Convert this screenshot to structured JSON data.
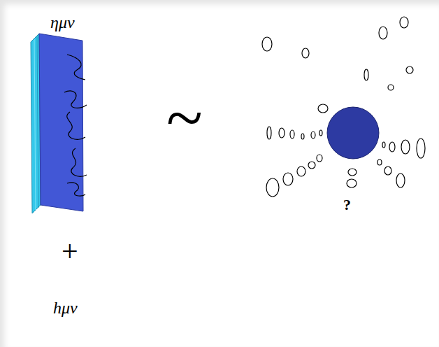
{
  "diagram": {
    "labels": [
      "ημν",
      "+",
      "hμν",
      "~",
      "?"
    ]
  }
}
